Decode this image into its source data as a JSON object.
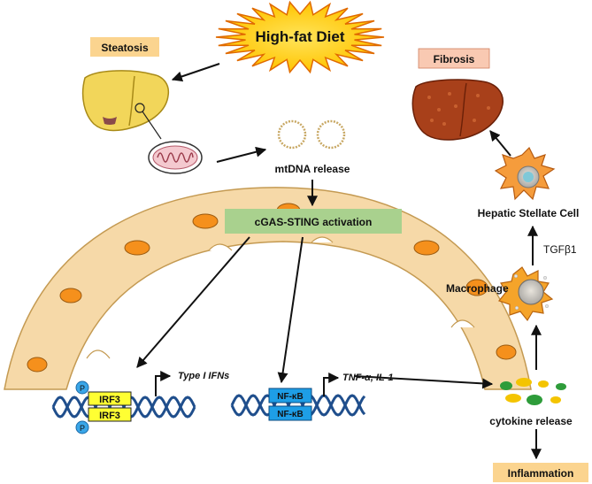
{
  "diet": "High-fat Diet",
  "steatosis": "Steatosis",
  "fibrosis": "Fibrosis",
  "mtdna": "mtDNA release",
  "cgas": "cGAS-STING activation",
  "hsc": "Hepatic Stellate Cell",
  "tgf": "TGFβ1",
  "macrophage": "Macrophage",
  "irf3_top": "IRF3",
  "irf3_bottom": "IRF3",
  "p_top": "P",
  "p_bottom": "P",
  "type1": "Type I IFNs",
  "nfkb_top": "NF-κB",
  "nfkb_bottom": "NF-κB",
  "tnf": "TNF-α, IL-1",
  "cytokine": "cytokine release",
  "inflammation": "Inflammation",
  "colors": {
    "diet_burst": "#ffd21f",
    "label_box_orange": "#fbd48f",
    "fibrosis_box": "#f9c9b2",
    "cgas_box": "#a9d18e",
    "nucleus_fill": "#f6d9a8",
    "nucleus_pore": "#f5901c",
    "irf3_box": "#ffff33",
    "nfkb_box": "#1e9ee6",
    "p_circle": "#3aa6e8",
    "dna": "#1f4e8c"
  }
}
